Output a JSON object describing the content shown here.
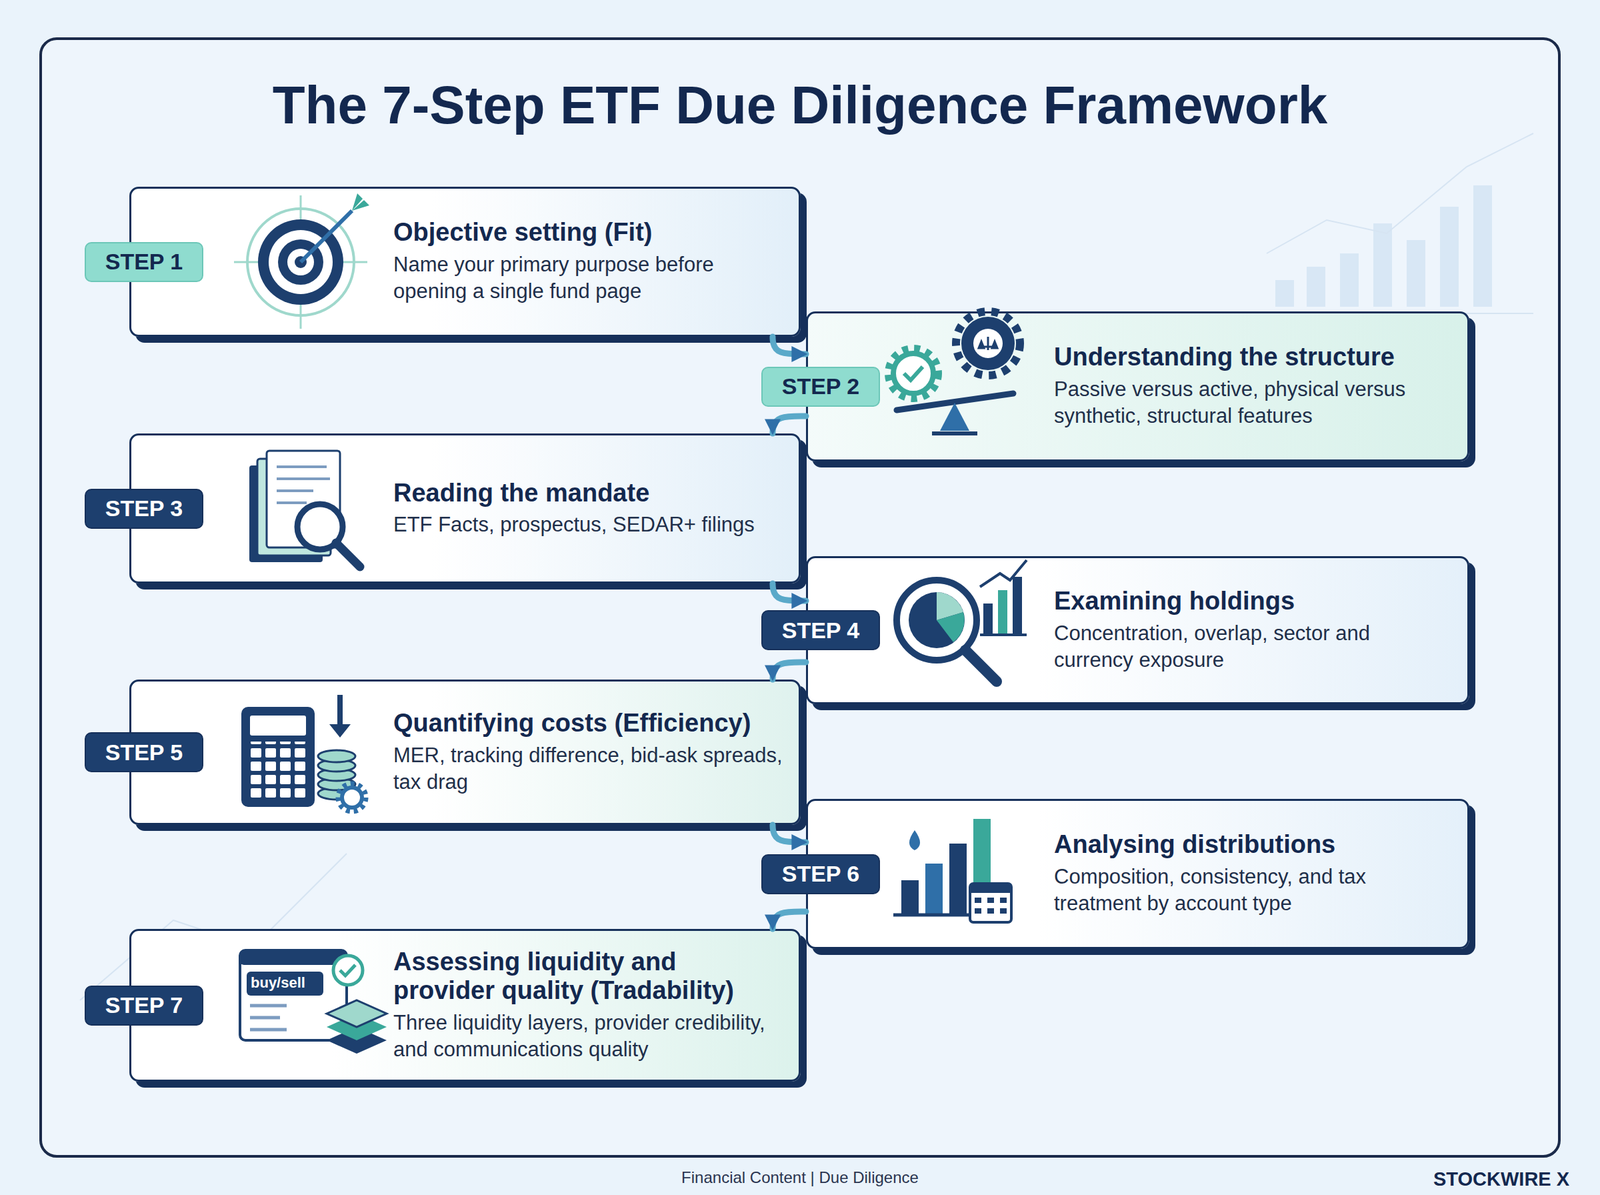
{
  "diagram": {
    "title": "The 7-Step ETF Due Diligence Framework",
    "caption": "Financial Content | Due Diligence",
    "nodes": [
      {
        "text": [
          "STEP 1",
          "Objective setting (Fit)",
          "Name your primary purpose before opening a single fund page"
        ]
      },
      {
        "text": [
          "STEP 2",
          "Understanding the structure",
          "Passive versus active, physical versus synthetic, structural features"
        ]
      },
      {
        "text": [
          "STEP 3",
          "Reading the mandate",
          "ETF Facts, prospectus, SEDAR+ filings"
        ]
      },
      {
        "text": [
          "STEP 4",
          "Examining holdings",
          "Concentration, overlap, sector and currency exposure"
        ]
      },
      {
        "text": [
          "STEP 5",
          "Quantifying costs (Efficiency)",
          "MER, tracking difference, bid-ask spreads, tax drag"
        ]
      },
      {
        "text": [
          "STEP 6",
          "Analysing distributions",
          "Composition, consistency, and tax treatment by account type"
        ]
      },
      {
        "text": [
          "STEP 7",
          "Assessing liquidity and provider quality (Tradability)",
          "Three liquidity layers, provider credibility, and communications quality"
        ]
      }
    ],
    "edges": [
      {
        "from": 0,
        "to": 1,
        "arrow": "to"
      },
      {
        "from": 1,
        "to": 2,
        "arrow": "to"
      },
      {
        "from": 2,
        "to": 3,
        "arrow": "to"
      },
      {
        "from": 3,
        "to": 4,
        "arrow": "to"
      },
      {
        "from": 4,
        "to": 5,
        "arrow": "to"
      },
      {
        "from": 5,
        "to": 6,
        "arrow": "to"
      }
    ],
    "labels": [
      "buy/sell",
      "STOCKWIRE X"
    ]
  }
}
